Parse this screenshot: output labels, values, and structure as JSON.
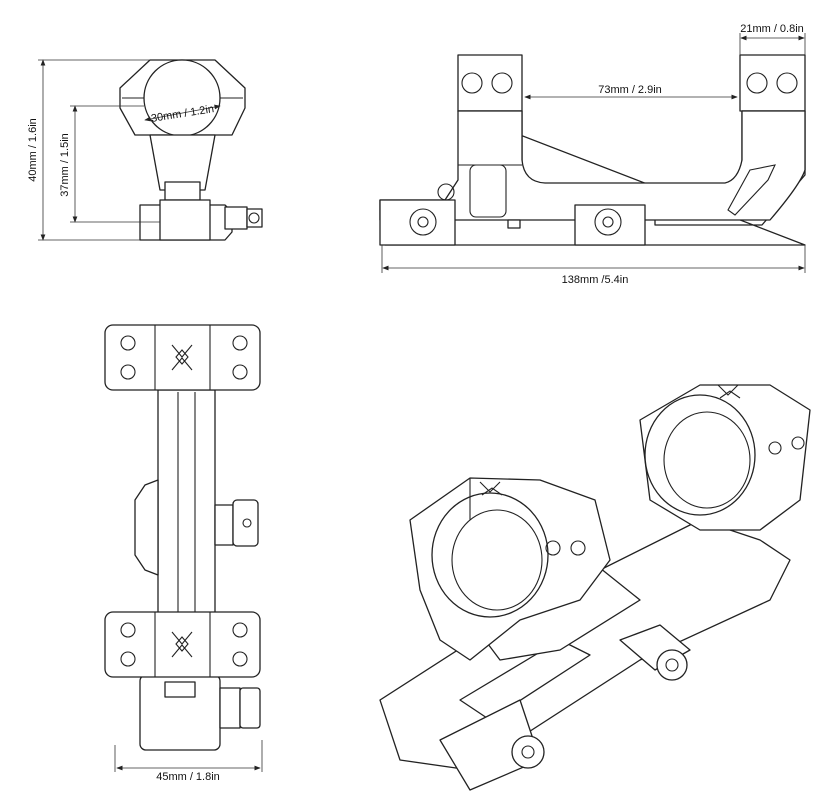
{
  "dimensions": {
    "front_total_height": "40mm / 1.6in",
    "front_center_height": "37mm / 1.5in",
    "ring_diameter": "30mm / 1.2in",
    "ring_width": "21mm / 0.8in",
    "ring_spacing": "73mm / 2.9in",
    "total_length": "138mm /5.4in",
    "total_width": "45mm / 1.8in"
  }
}
